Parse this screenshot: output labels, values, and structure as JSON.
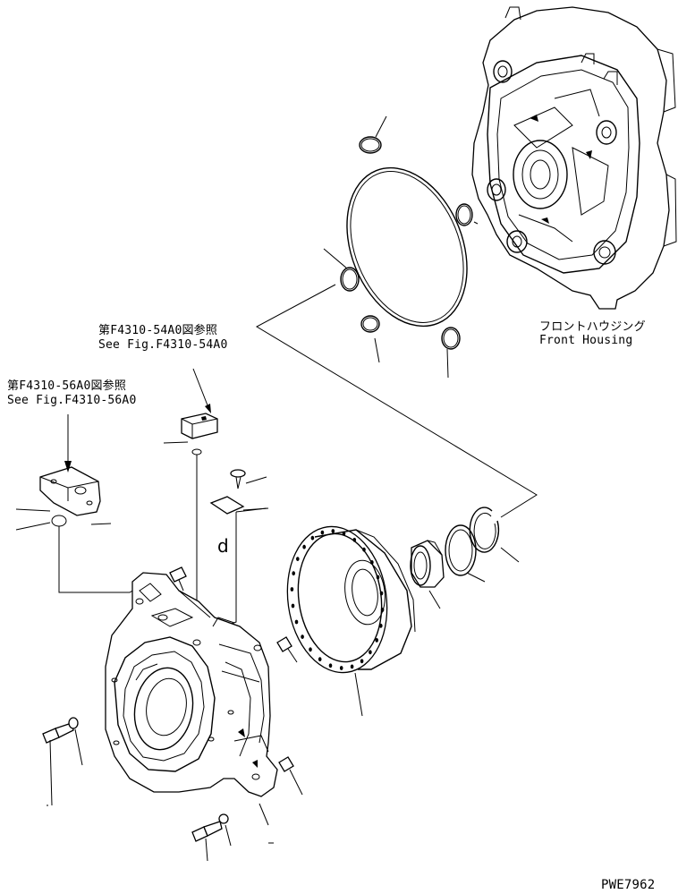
{
  "labels": {
    "front_housing_jp": "フロントハウジング",
    "front_housing_en": "Front Housing",
    "ref_54a0_jp": "第F4310-54A0図参照",
    "ref_54a0_en": "See Fig.F4310-54A0",
    "ref_56a0_jp": "第F4310-56A0図参照",
    "ref_56a0_en": "See Fig.F4310-56A0",
    "detail_letter": "d",
    "drawing_number": "PWE7962"
  },
  "colors": {
    "line": "#000000",
    "background": "#ffffff"
  },
  "icons": {
    "front_housing": "front-housing-casting",
    "flywheel_housing": "flywheel-housing-casting",
    "ring_gear": "ring-gear",
    "bearing": "bearing",
    "snap_ring": "snap-ring",
    "shim": "shim-ring",
    "gasket": "large-gasket-ring",
    "o_rings": "small-o-ring",
    "bolt": "hex-bolt",
    "washer": "washer",
    "cover_plate": "cover-plate",
    "block": "sensor-block",
    "plate": "small-plate",
    "screw": "small-screw"
  }
}
